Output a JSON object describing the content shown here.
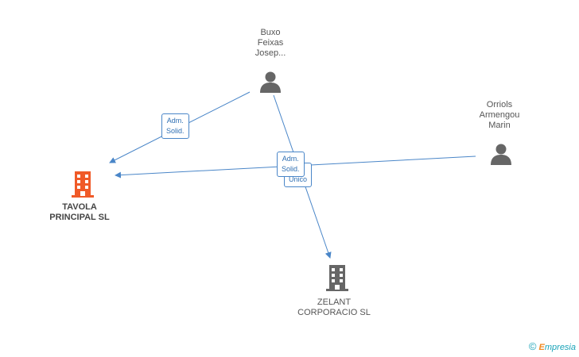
{
  "nodes": {
    "buxo": {
      "lines": [
        "Buxo",
        "Feixas",
        "Josep..."
      ]
    },
    "orriols": {
      "lines": [
        "Orriols",
        "Armengou",
        "Marin"
      ]
    },
    "tavola": {
      "lines": [
        "TAVOLA",
        "PRINCIPAL SL"
      ]
    },
    "zelant": {
      "lines": [
        "ZELANT",
        "CORPORACIO SL"
      ]
    }
  },
  "edge_labels": {
    "buxo_tavola": [
      "Adm.",
      "Solid."
    ],
    "orriols_tavola": [
      "Adm.",
      "Solid."
    ],
    "buxo_zelant": [
      "Unico"
    ]
  },
  "colors": {
    "edge": "#4a86c8",
    "person_icon": "#666666",
    "company_main": "#f05a28",
    "company_other": "#666666"
  },
  "footer": {
    "copyright": "©",
    "brand_e": "E",
    "brand_rest": "mpresia"
  }
}
